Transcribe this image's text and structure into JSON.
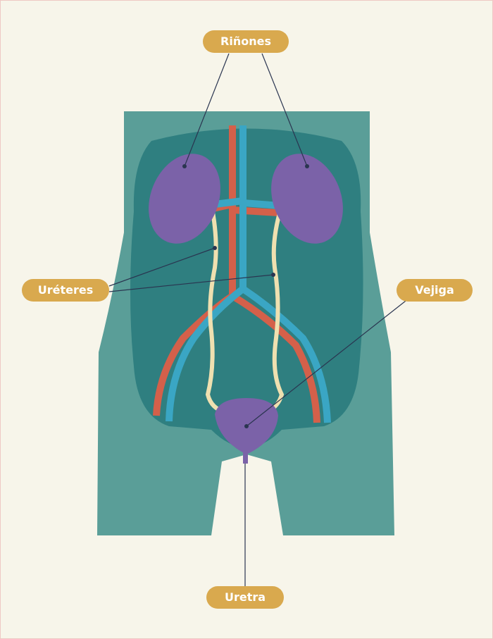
{
  "labels": {
    "kidneys": "Riñones",
    "ureters": "Uréteres",
    "bladder": "Vejiga",
    "urethra": "Uretra"
  },
  "colors": {
    "background": "#f7f5ea",
    "body": "#5a9e98",
    "cavity": "#2f7f80",
    "kidney": "#7b62a8",
    "artery": "#d4604a",
    "vein": "#3aa6c4",
    "ureter": "#efe0b0",
    "label": "#d9a94e",
    "leader": "#2a3550"
  }
}
